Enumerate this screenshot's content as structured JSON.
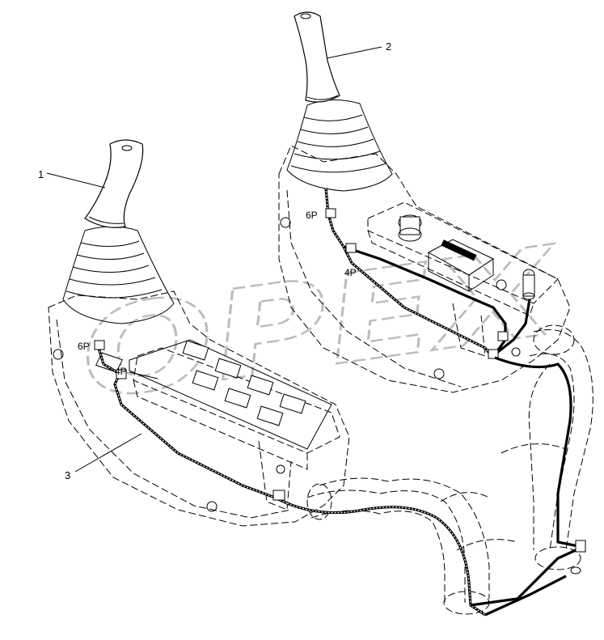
{
  "watermark": "OPEX",
  "callouts": {
    "c1": "1",
    "c2": "2",
    "c3": "3"
  },
  "connectors": {
    "left_6p": "6P",
    "left_4p": "4P",
    "right_6p": "6P",
    "right_4p": "4P"
  }
}
